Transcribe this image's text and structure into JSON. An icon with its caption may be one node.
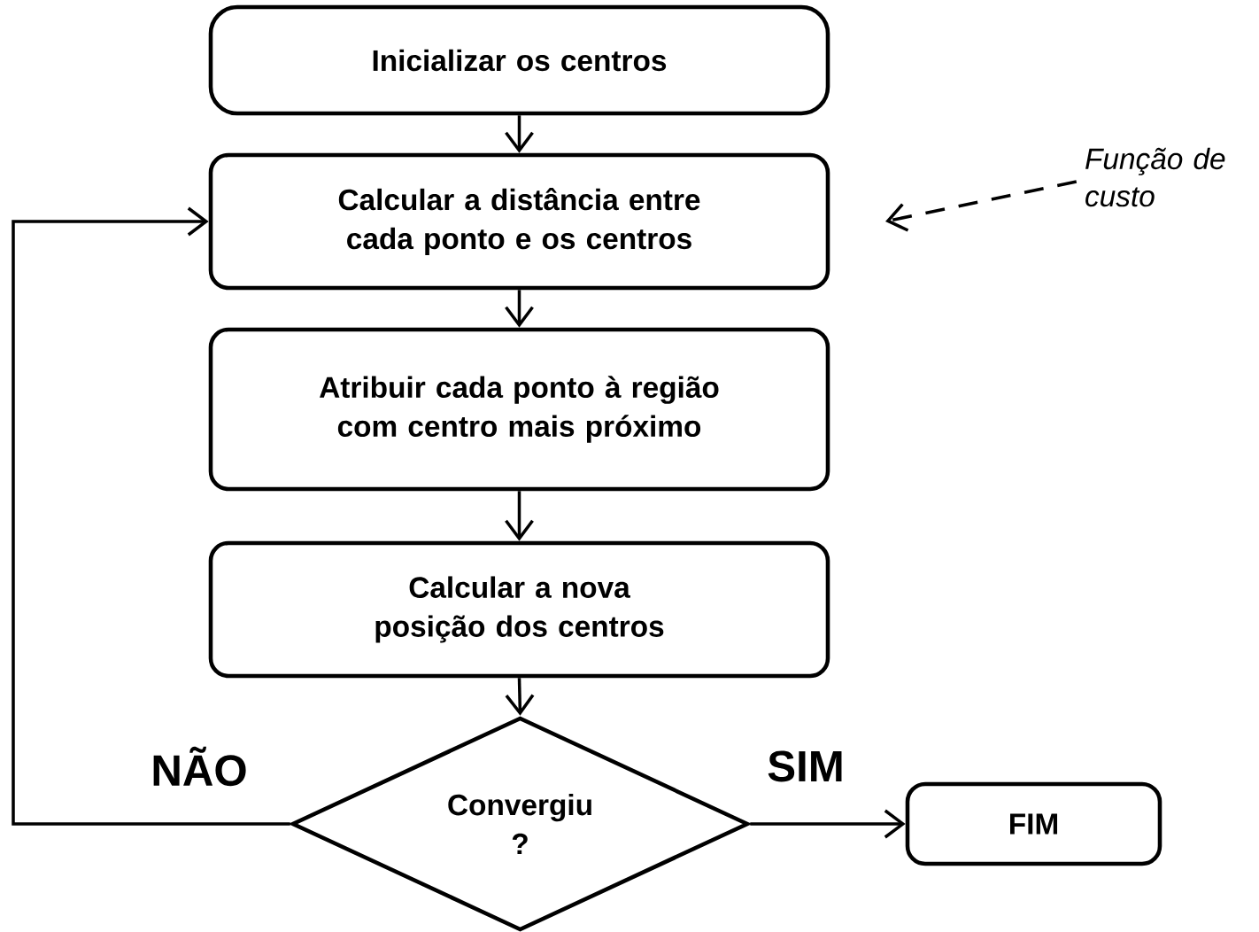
{
  "diagram": {
    "nodes": [
      {
        "text": [
          "Inicializar os centros"
        ]
      },
      {
        "text": [
          "Calcular a distância entre cada ponto e os centros"
        ]
      },
      {
        "text": [
          "Atribuir cada ponto à região com centro mais próximo"
        ]
      },
      {
        "text": [
          "Calcular a nova posição dos centros"
        ]
      },
      {
        "text": [
          "Convergiu ?"
        ]
      },
      {
        "text": [
          "FIM"
        ]
      },
      {
        "text": [
          "Função de custo"
        ]
      }
    ],
    "edges": [
      {
        "from": 0,
        "to": 1,
        "arrow": "to"
      },
      {
        "from": 1,
        "to": 2,
        "arrow": "to"
      },
      {
        "from": 2,
        "to": 3,
        "arrow": "to"
      },
      {
        "from": 3,
        "to": 4,
        "arrow": "to"
      },
      {
        "from": 4,
        "to": 5,
        "arrow": "to",
        "label": "SIM"
      },
      {
        "from": 4,
        "to": 1,
        "arrow": "to",
        "label": "NÃO"
      },
      {
        "from": 6,
        "to": null,
        "arrow": "to",
        "style": "dashed"
      }
    ]
  }
}
